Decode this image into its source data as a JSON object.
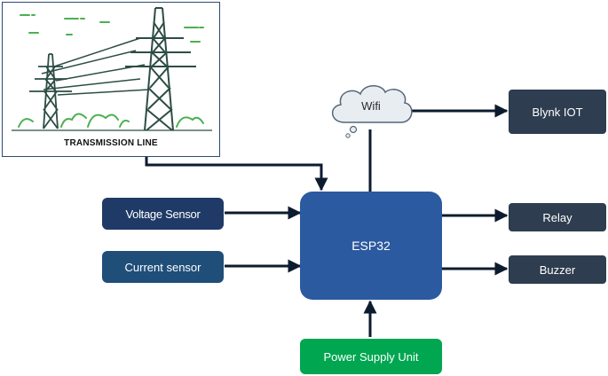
{
  "diagram": {
    "illustration_caption": "TRANSMISSION LINE",
    "cloud_label": "Wifi",
    "nodes": {
      "esp32": "ESP32",
      "voltage_sensor": "Voltage Sensor",
      "current_sensor": "Current sensor",
      "relay": "Relay",
      "buzzer": "Buzzer",
      "blynk": "Blynk IOT",
      "power_supply": "Power Supply Unit"
    },
    "colors": {
      "esp32": "#2c5aa0",
      "voltage_sensor": "#1f3a66",
      "current_sensor": "#1f4e79",
      "output_boxes": "#2e3d4f",
      "power_supply": "#00a650",
      "arrows": "#0d1b2e",
      "illustration_line": "#2d4d45",
      "illustration_green": "#4caf50"
    }
  }
}
